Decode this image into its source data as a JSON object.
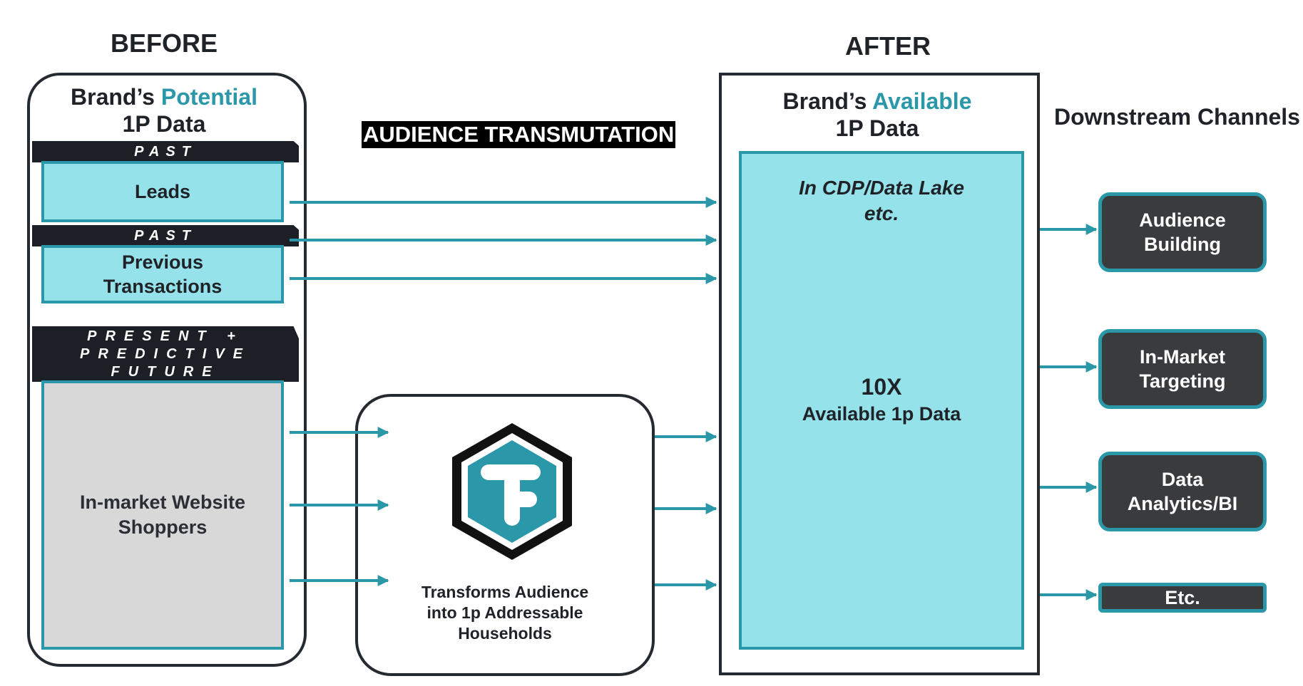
{
  "before": {
    "title": "BEFORE",
    "header_line1_prefix": "Brand’s ",
    "header_line1_highlight": "Potential",
    "header_line2": "1P Data",
    "sections": [
      {
        "tag": "PAST",
        "label": "Leads"
      },
      {
        "tag": "PAST",
        "label_lines": [
          "Previous",
          "Transactions"
        ]
      },
      {
        "tag_lines": [
          "PRESENT +",
          "PREDICTIVE",
          "FUTURE"
        ],
        "label_lines": [
          "In-market Website",
          "Shoppers"
        ]
      }
    ]
  },
  "middle": {
    "banner": "AUDIENCE TRANSMUTATION",
    "logo_icon": "hexagon-t-logo-icon",
    "caption_lines": [
      "Transforms Audience",
      "into 1p Addressable",
      "Households"
    ]
  },
  "after": {
    "title": "AFTER",
    "header_line1_prefix": "Brand’s ",
    "header_line1_highlight": "Available",
    "header_line2": "1P Data",
    "inner_note_lines": [
      "In CDP/Data Lake",
      "etc."
    ],
    "metric": "10X",
    "metric_label": "Available 1p Data"
  },
  "downstream": {
    "title": "Downstream Channels",
    "channels": [
      {
        "label_lines": [
          "Audience",
          "Building"
        ]
      },
      {
        "label_lines": [
          "In-Market",
          "Targeting"
        ]
      },
      {
        "label_lines": [
          "Data",
          "Analytics/BI"
        ]
      },
      {
        "label_lines": [
          "Etc."
        ]
      }
    ]
  },
  "colors": {
    "accent": "#2a98a8",
    "cyan_fill": "#95e2ea",
    "grey_fill": "#d8d8d8",
    "dark": "#1c1f25",
    "channel_fill": "#3a3b3d"
  }
}
